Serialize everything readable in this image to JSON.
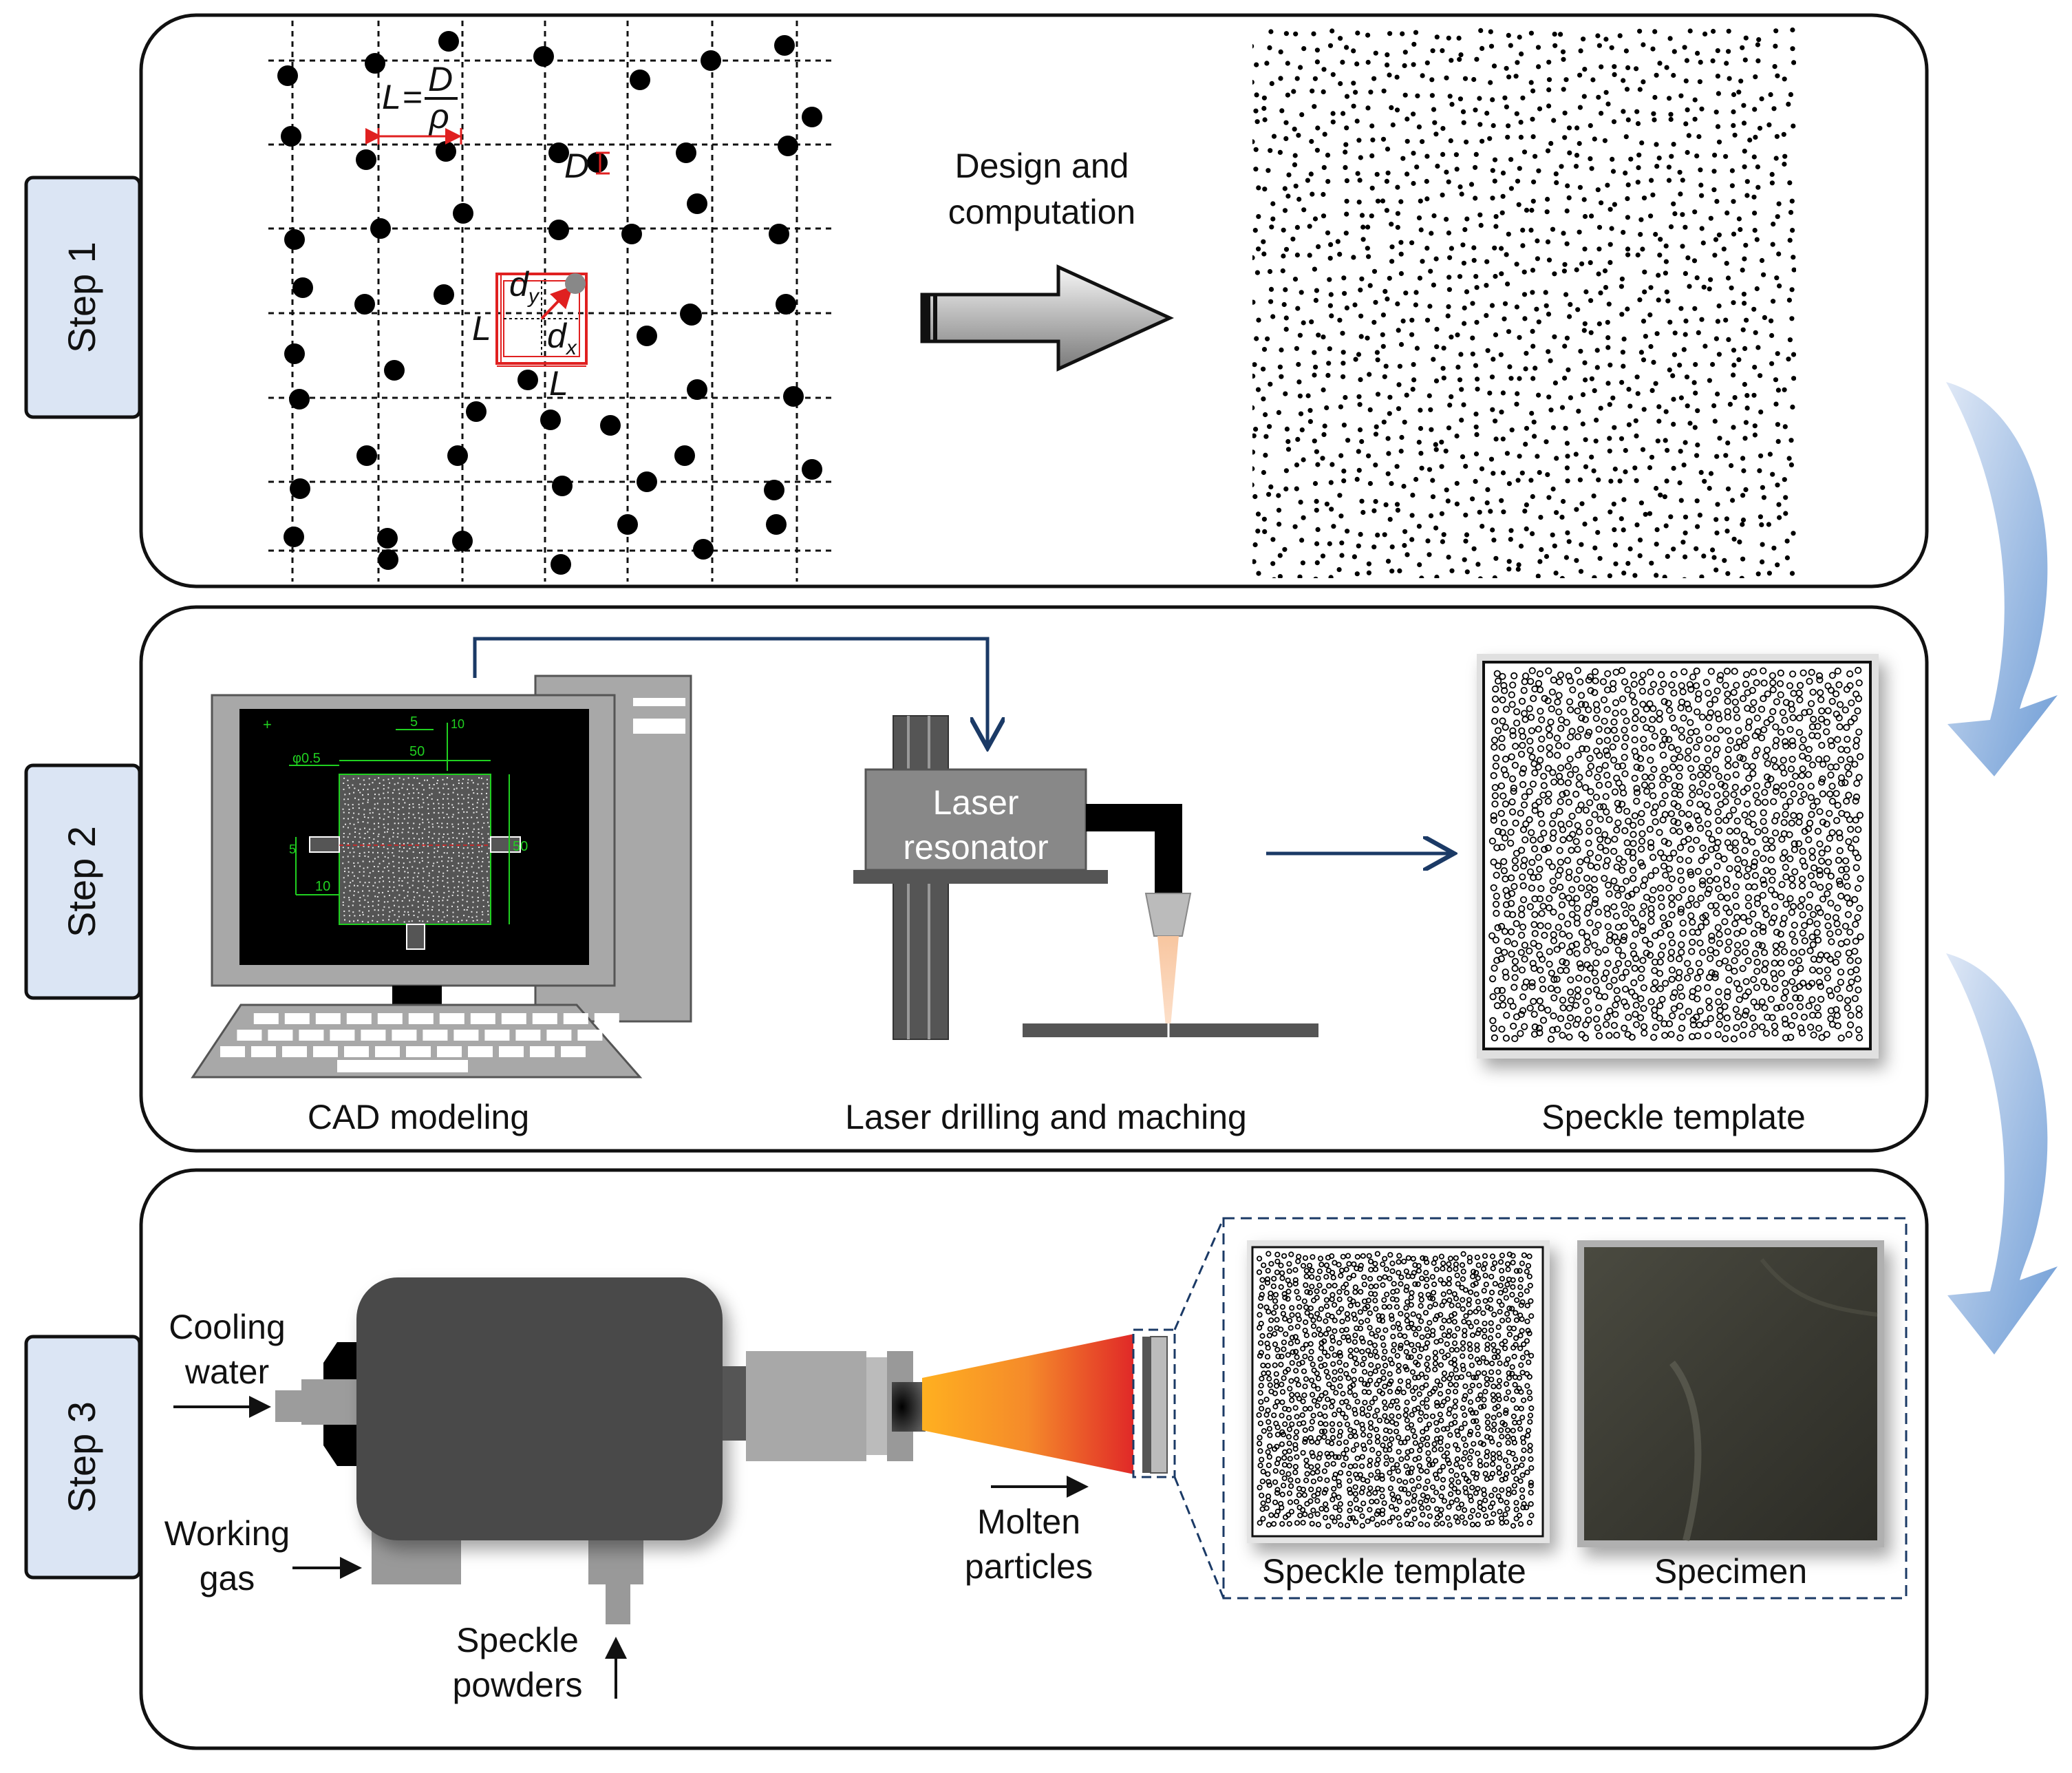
{
  "steps": [
    {
      "id": "step1",
      "label": "Step 1"
    },
    {
      "id": "step2",
      "label": "Step 2"
    },
    {
      "id": "step3",
      "label": "Step 3"
    }
  ],
  "step1": {
    "arrow_label": [
      "Design and",
      "computation"
    ],
    "formula": {
      "lhs": "L",
      "eq": "=",
      "num": "D",
      "den": "ρ"
    },
    "diameter_label": "D",
    "spacing_label": "L",
    "dx_label": {
      "base": "d",
      "sub": "x"
    },
    "dy_label": {
      "base": "d",
      "sub": "y"
    }
  },
  "step2": {
    "computer_label": "CAD modeling",
    "laser_label": [
      "Laser",
      "resonator"
    ],
    "process_label": "Laser drilling and maching",
    "template_label": "Speckle template",
    "cad_dims": [
      "5",
      "10",
      "50",
      "φ0.5",
      "5",
      "10",
      "50"
    ]
  },
  "step3": {
    "cooling_label": [
      "Cooling",
      "water"
    ],
    "gas_label": [
      "Working",
      "gas"
    ],
    "powder_label": [
      "Speckle",
      "powders"
    ],
    "molten_label": [
      "Molten",
      "particles"
    ],
    "template_label": "Speckle template",
    "specimen_label": "Specimen"
  },
  "colors": {
    "step_tab": "#dbe5f4",
    "flow_arrow": "#7fa8da",
    "dimension_red": "#e02020",
    "navy_arrow": "#1b3a66",
    "cad_green": "#20d020",
    "spray_start": "#ffb020",
    "spray_end": "#e02828"
  }
}
